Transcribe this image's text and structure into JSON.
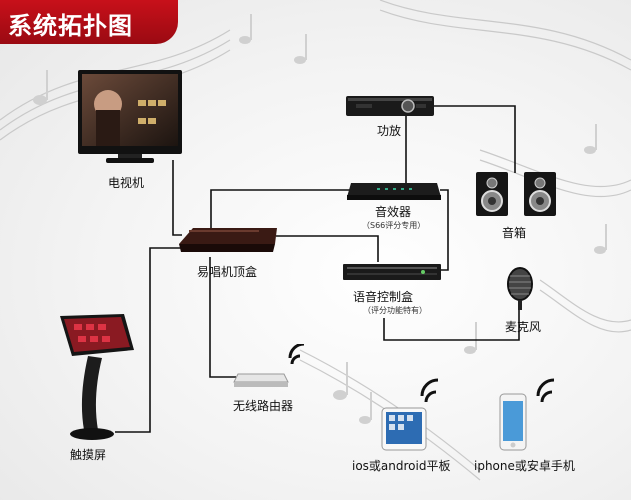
{
  "title": "系统拓扑图",
  "devices": {
    "tv": "电视机",
    "amplifier": "功放",
    "speakers": "音箱",
    "effector": "音效器",
    "effector_note": "（S66评分专用）",
    "settop": "易唱机顶盒",
    "voice_box": "语音控制盒",
    "voice_box_note": "（评分功能特有）",
    "microphone": "麦克风",
    "touchscreen": "触摸屏",
    "router": "无线路由器",
    "tablet": "ios或android平板",
    "phone": "iphone或安卓手机"
  }
}
